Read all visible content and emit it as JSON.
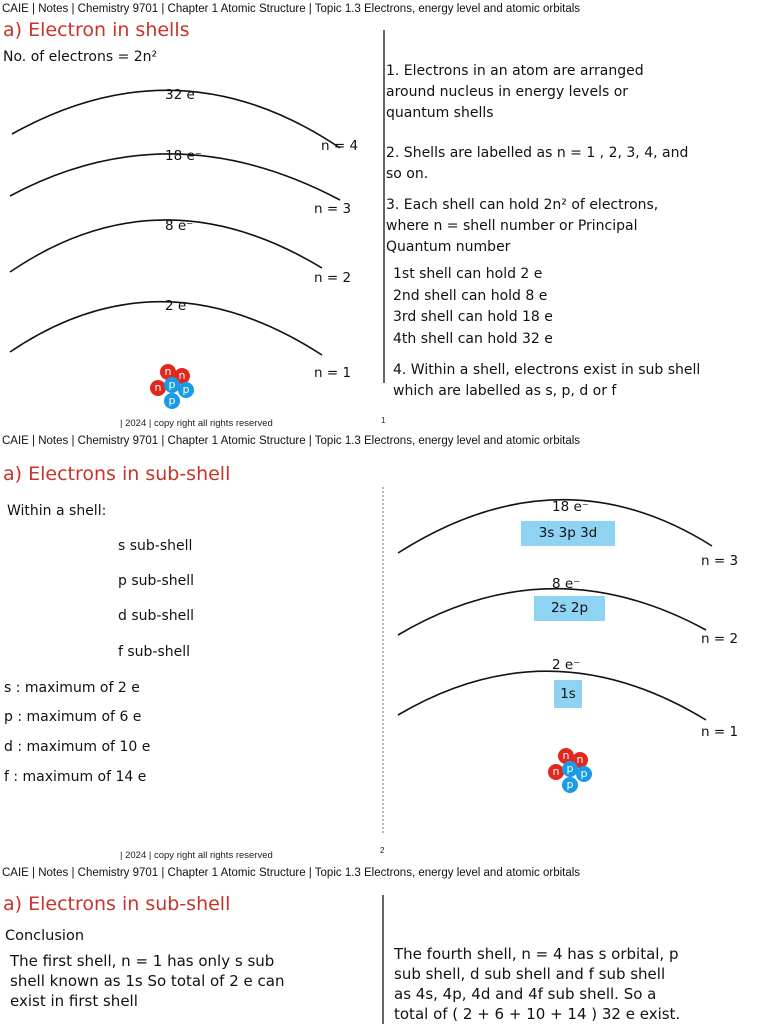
{
  "header": "CAIE | Notes | Chemistry 9701 | Chapter 1 Atomic Structure | Topic 1.3 Electrons, energy level and atomic orbitals",
  "footer": "| 2024 | copy right all rights reserved",
  "page1": {
    "title": "a) Electron in shells",
    "formula": "No. of electrons = 2n²",
    "shells": [
      {
        "electrons": "32 e⁻",
        "label": "n = 4"
      },
      {
        "electrons": "18 e⁻",
        "label": "n = 3"
      },
      {
        "electrons": "8 e⁻",
        "label": "n = 2"
      },
      {
        "electrons": "2 e⁻",
        "label": "n = 1"
      }
    ],
    "points": [
      [
        "1. Electrons in an atom are arranged",
        "around nucleus in energy levels or",
        "quantum shells"
      ],
      [
        "2. Shells are labelled as n = 1 , 2, 3, 4, and",
        "so on."
      ],
      [
        "3. Each shell can hold 2n² of electrons,",
        "where n = shell number or Principal",
        "Quantum number"
      ],
      [
        "1st shell can hold 2 e",
        "2nd shell can hold 8 e",
        "3rd shell can hold 18 e",
        "4th shell can hold 32 e"
      ],
      [
        "4. Within a shell, electrons exist in sub shell",
        "which are labelled as s, p, d or f"
      ]
    ],
    "page_number": "1"
  },
  "page2": {
    "title": "a) Electrons in sub-shell",
    "intro": "Within a shell:",
    "subshells": [
      "s sub-shell",
      "p sub-shell",
      "d sub-shell",
      "f sub-shell"
    ],
    "maximums": [
      "s : maximum of 2 e",
      "p : maximum of 6 e",
      "d : maximum of 10 e",
      "f : maximum of 14 e"
    ],
    "shells": [
      {
        "electrons": "18 e⁻",
        "subs": "3s 3p 3d",
        "label": "n = 3"
      },
      {
        "electrons": "8 e⁻",
        "subs": "2s 2p",
        "label": "n = 2"
      },
      {
        "electrons": "2 e⁻",
        "subs": "1s",
        "label": "n = 1"
      }
    ],
    "page_number": "2"
  },
  "page3": {
    "title": "a) Electrons in sub-shell",
    "subtitle": "Conclusion",
    "left_lines": [
      "The first shell, n = 1 has only s sub",
      "shell known as 1s So total of 2 e can",
      "exist in first shell"
    ],
    "right_lines": [
      "The fourth shell, n = 4 has s orbital, p",
      "sub shell, d sub shell and f sub shell",
      "as 4s, 4p, 4d and 4f sub shell. So a",
      "total of ( 2 + 6 + 10 + 14 ) 32 e exist."
    ]
  },
  "nucleus": {
    "neutron_label": "n",
    "proton_label": "p",
    "neutron_color": "#e0281e",
    "proton_color": "#1a9be6"
  },
  "colors": {
    "title": "#c8332a",
    "subshell_box": "#8ed4f2"
  }
}
